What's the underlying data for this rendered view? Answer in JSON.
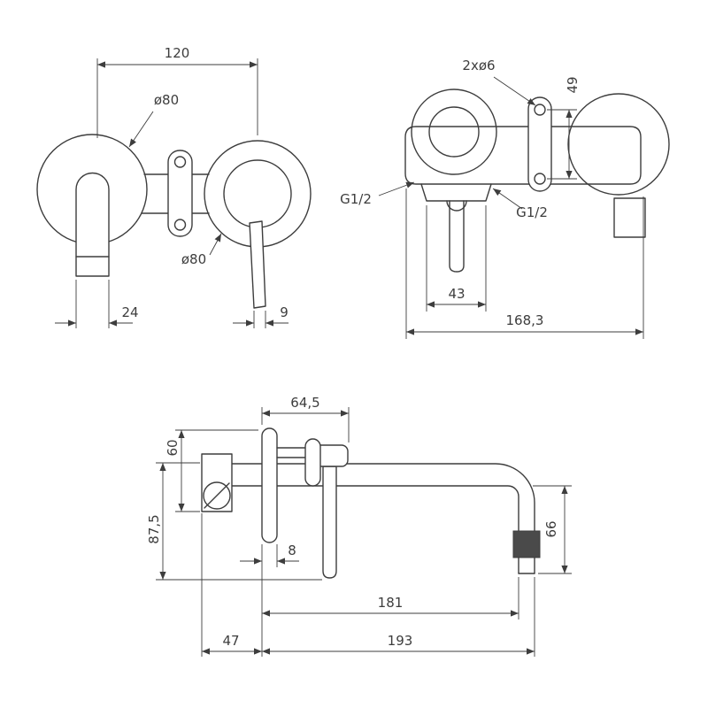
{
  "drawing": {
    "front_view": {
      "dim_120": "120",
      "label_d80_top": "ø80",
      "label_d80_bottom": "ø80",
      "dim_24": "24",
      "dim_9": "9"
    },
    "side_view": {
      "label_2xd6": "2xø6",
      "dim_49": "49",
      "label_g12_left": "G1/2",
      "label_g12_right": "G1/2",
      "dim_43": "43",
      "dim_168_3": "168,3"
    },
    "bottom_view": {
      "dim_64_5": "64,5",
      "dim_60": "60",
      "dim_87_5": "87,5",
      "dim_8": "8",
      "dim_66": "66",
      "dim_181": "181",
      "dim_47": "47",
      "dim_193": "193"
    },
    "colors": {
      "line": "#3d3d3d",
      "band": "#4a4a4a",
      "background": "#ffffff"
    }
  }
}
